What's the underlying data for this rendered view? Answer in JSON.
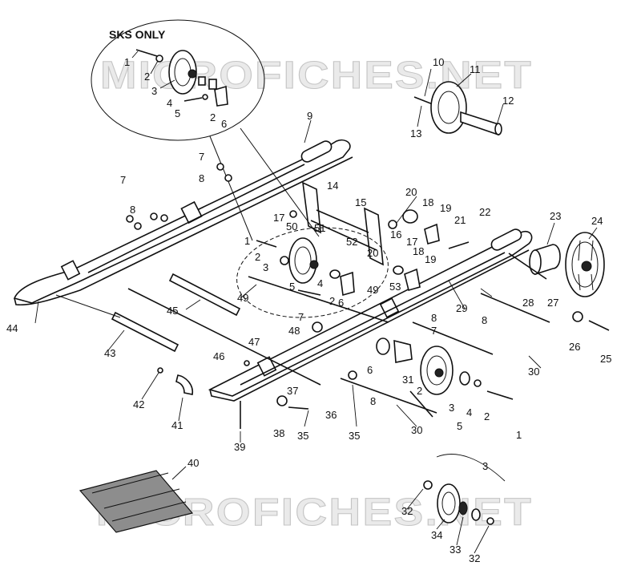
{
  "callout": {
    "label": "SKS ONLY"
  },
  "watermarks": [
    "MICROFICHES.NET",
    "MICROFICHES.NET"
  ],
  "part_numbers": [
    "1",
    "2",
    "3",
    "4",
    "5",
    "6",
    "7",
    "8",
    "9",
    "10",
    "11",
    "12",
    "13",
    "14",
    "15",
    "16",
    "17",
    "18",
    "19",
    "20",
    "21",
    "22",
    "23",
    "24",
    "25",
    "26",
    "27",
    "28",
    "29",
    "30",
    "31",
    "32",
    "33",
    "34",
    "35",
    "36",
    "37",
    "38",
    "39",
    "40",
    "41",
    "42",
    "43",
    "44",
    "45",
    "46",
    "47",
    "48",
    "49",
    "50",
    "51",
    "52",
    "53"
  ]
}
